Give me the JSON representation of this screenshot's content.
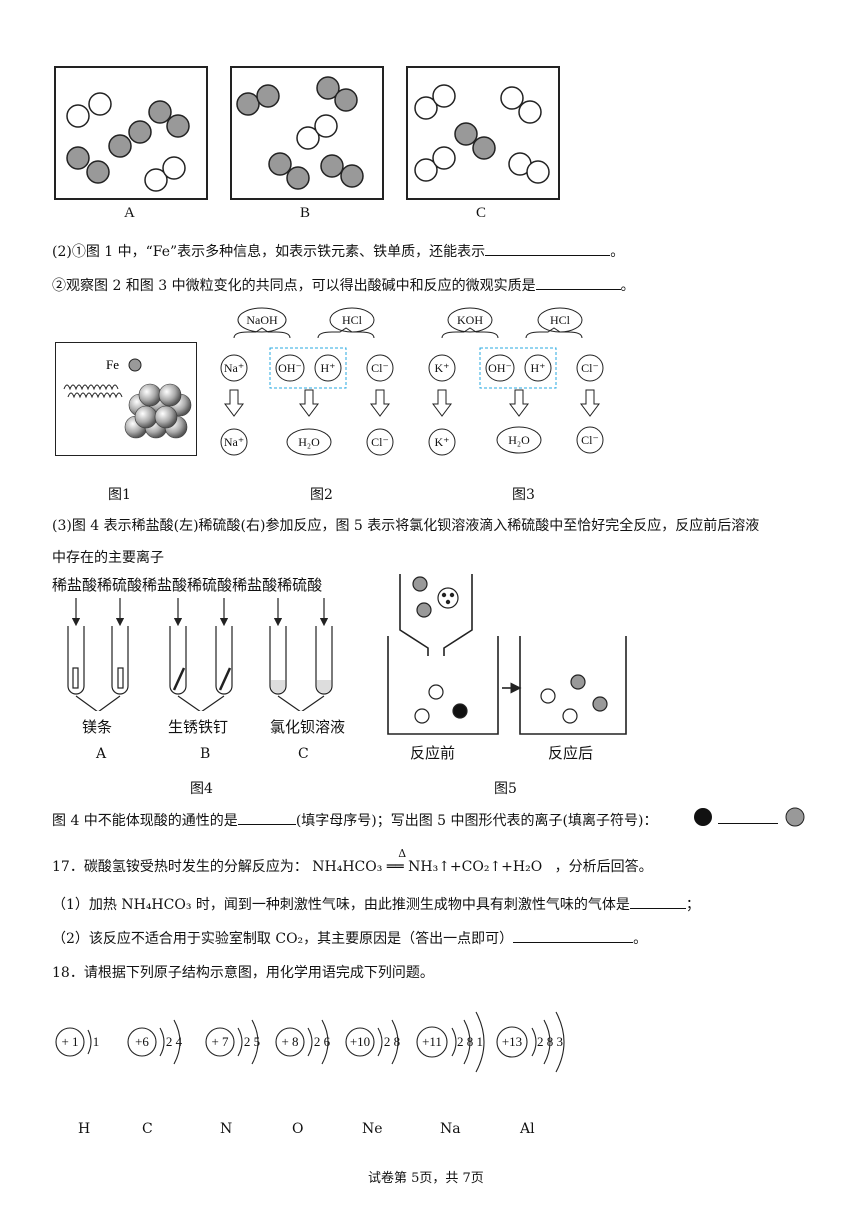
{
  "top_boxes": {
    "labels": [
      "A",
      "B",
      "C"
    ]
  },
  "q16_2": {
    "line1": "(2)①图 1 中，“Fe”表示多种信息，如表示铁元素、铁单质，还能表示",
    "line1_end": "。",
    "line2": "②观察图 2 和图 3 中微粒变化的共同点，可以得出酸碱中和反应的微观实质是",
    "line2_end": "。"
  },
  "fig1": {
    "fe_label": "Fe",
    "caption": "图1"
  },
  "fig2": {
    "base": "NaOH",
    "acid": "HCl",
    "ions_top": [
      "Na⁺",
      "OH⁻",
      "H⁺",
      "Cl⁻"
    ],
    "ions_bottom": [
      "Na⁺",
      "H₂O",
      "Cl⁻"
    ],
    "caption": "图2"
  },
  "fig3": {
    "base": "KOH",
    "acid": "HCl",
    "ions_top": [
      "K⁺",
      "OH⁻",
      "H⁺",
      "Cl⁻"
    ],
    "ions_bottom": [
      "K⁺",
      "H₂O",
      "Cl⁻"
    ],
    "caption": "图3"
  },
  "q16_3": {
    "line1": "(3)图 4 表示稀盐酸(左)稀硫酸(右)参加反应，图 5 表示将氯化钡溶液滴入稀硫酸中至恰好完全反应，反应前后溶液",
    "line2": "中存在的主要离子"
  },
  "fig4": {
    "acids": [
      "稀盐酸",
      "稀硫酸",
      "稀盐酸",
      "稀硫酸",
      "稀盐酸",
      "稀硫酸"
    ],
    "materials": [
      "镁条",
      "生锈铁钉",
      "氯化钡溶液"
    ],
    "letters": [
      "A",
      "B",
      "C"
    ],
    "caption": "图4"
  },
  "fig5": {
    "before": "反应前",
    "after": "反应后",
    "caption": "图5"
  },
  "q16_3_answer": {
    "text": "图 4 中不能体现酸的通性的是",
    "mid": "(填字母序号)；写出图 5 中图形代表的离子(填离子符号)："
  },
  "q17": {
    "intro": "17．碳酸氢铵受热时发生的分解反应为：",
    "equation": "NH₄HCO₃ ══ NH₃↑+CO₂↑+H₂O",
    "delta": "Δ",
    "outro": "，分析后回答。",
    "sub1": "（1）加热 NH₄HCO₃ 时，闻到一种刺激性气味，由此推测生成物中具有刺激性气味的气体是",
    "sub1_end": "；",
    "sub2": "（2）该反应不适合用于实验室制取 CO₂，其主要原因是（答出一点即可）",
    "sub2_end": "。"
  },
  "q18": {
    "intro": "18．请根据下列原子结构示意图，用化学用语完成下列问题。",
    "atoms": [
      {
        "nucleus": "+ 1",
        "shells": "1",
        "symbol": "H"
      },
      {
        "nucleus": "+6",
        "shells": "2 4",
        "symbol": "C"
      },
      {
        "nucleus": "+ 7",
        "shells": "2 5",
        "symbol": "N"
      },
      {
        "nucleus": "+ 8",
        "shells": "2 6",
        "symbol": "O"
      },
      {
        "nucleus": "+10",
        "shells": "2 8",
        "symbol": "Ne"
      },
      {
        "nucleus": "+11",
        "shells": "2 8 1",
        "symbol": "Na"
      },
      {
        "nucleus": "+13",
        "shells": "2 8 3",
        "symbol": "Al"
      }
    ]
  },
  "footer": "试卷第 5页，共 7页",
  "colors": {
    "gray_ball": "#999999",
    "dash_blue": "#2aa8e0",
    "ink": "#111111"
  }
}
